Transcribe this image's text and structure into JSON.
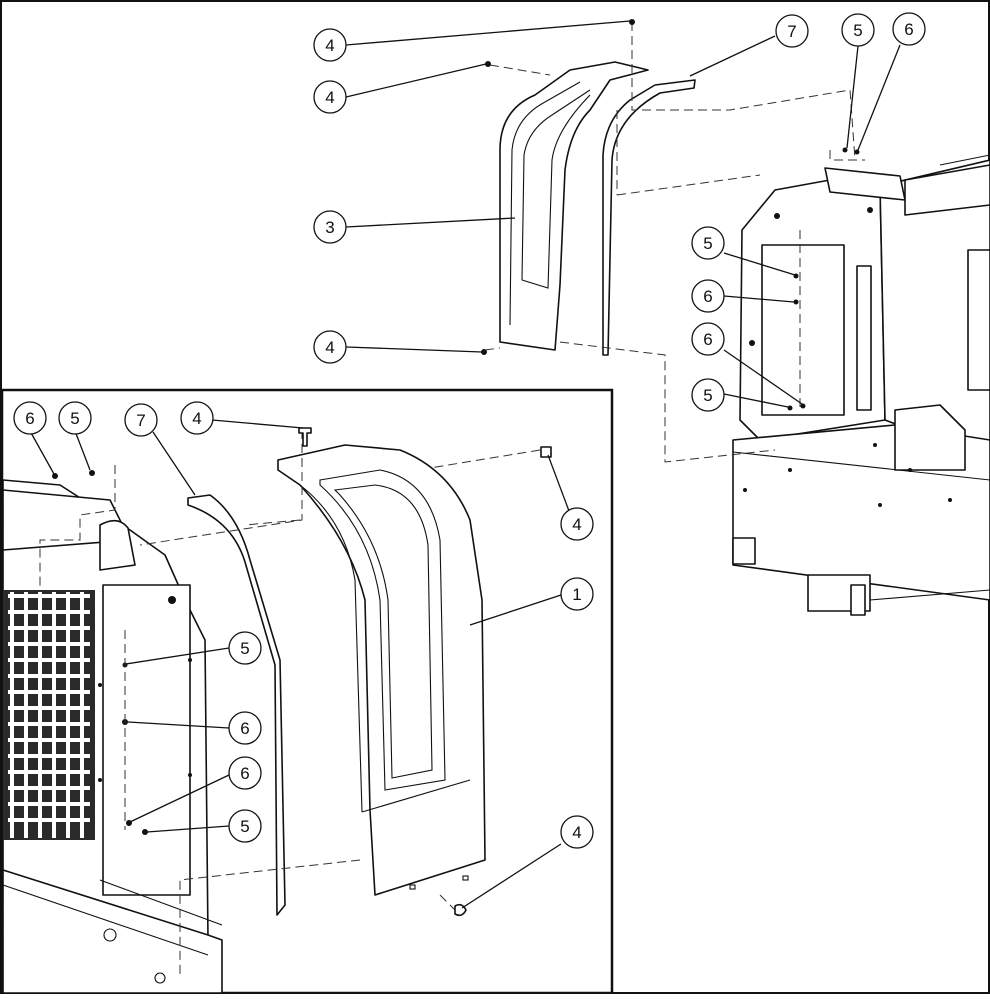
{
  "diagram": {
    "callouts_upper": [
      {
        "id": "c-u-4a",
        "label": "4"
      },
      {
        "id": "c-u-4b",
        "label": "4"
      },
      {
        "id": "c-u-7",
        "label": "7"
      },
      {
        "id": "c-u-5a",
        "label": "5"
      },
      {
        "id": "c-u-6a",
        "label": "6"
      },
      {
        "id": "c-u-3",
        "label": "3"
      },
      {
        "id": "c-u-5b",
        "label": "5"
      },
      {
        "id": "c-u-6b",
        "label": "6"
      },
      {
        "id": "c-u-4c",
        "label": "4"
      },
      {
        "id": "c-u-6c",
        "label": "6"
      },
      {
        "id": "c-u-5c",
        "label": "5"
      }
    ],
    "callouts_lower": [
      {
        "id": "c-l-6a",
        "label": "6"
      },
      {
        "id": "c-l-5a",
        "label": "5"
      },
      {
        "id": "c-l-7",
        "label": "7"
      },
      {
        "id": "c-l-4a",
        "label": "4"
      },
      {
        "id": "c-l-4b",
        "label": "4"
      },
      {
        "id": "c-l-1",
        "label": "1"
      },
      {
        "id": "c-l-5b",
        "label": "5"
      },
      {
        "id": "c-l-6b",
        "label": "6"
      },
      {
        "id": "c-l-6c",
        "label": "6"
      },
      {
        "id": "c-l-5c",
        "label": "5"
      },
      {
        "id": "c-l-4c",
        "label": "4"
      }
    ]
  }
}
